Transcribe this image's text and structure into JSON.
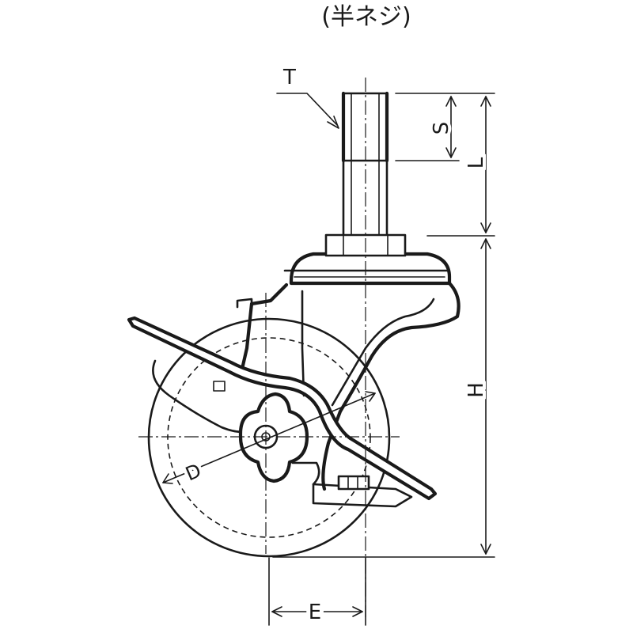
{
  "header": {
    "title": "(半ネジ)"
  },
  "dimensions": {
    "thread": "T",
    "thread_length": "S",
    "stem_length": "L",
    "overall_height": "H",
    "wheel_diameter": "D",
    "offset": "E"
  }
}
